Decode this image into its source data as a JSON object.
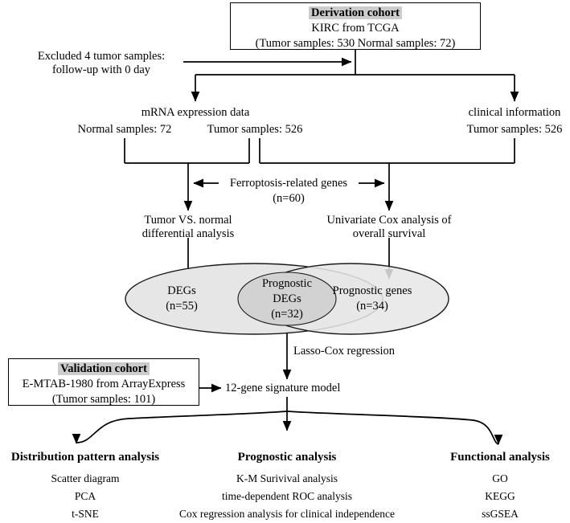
{
  "figure": {
    "type": "flowchart",
    "title": "Ferroptosis-related gene signature study workflow"
  },
  "derivation_cohort": {
    "heading": "Derivation cohort",
    "source": "KIRC from TCGA",
    "samples": "(Tumor samples: 530     Normal samples: 72)"
  },
  "exclusion": {
    "line1": "Excluded 4 tumor samples:",
    "line2": "follow-up with 0 day"
  },
  "mrna": {
    "title": "mRNA expression data",
    "normal": "Normal samples: 72",
    "tumor": "Tumor samples: 526"
  },
  "clinical": {
    "title": "clinical information",
    "tumor": "Tumor samples: 526"
  },
  "ferroptosis": {
    "label": "Ferroptosis-related genes",
    "count": "(n=60)"
  },
  "analysis_left": {
    "line1": "Tumor VS. normal",
    "line2": "differential  analysis"
  },
  "analysis_right": {
    "line1": "Univariate Cox analysis of",
    "line2": "overall survival"
  },
  "venn": {
    "left": {
      "label": "DEGs",
      "count": "(n=55)"
    },
    "center": {
      "label1": "Prognostic",
      "label2": "DEGs",
      "count": "(n=32)"
    },
    "right": {
      "label": "Prognostic genes",
      "count": "(n=34)"
    },
    "fill_outer": "#e6e6e6",
    "fill_overlap": "#d2d2d2",
    "stroke": "#1a1a1a"
  },
  "lasso": {
    "label": "Lasso-Cox regression"
  },
  "validation_cohort": {
    "heading": "Validation cohort",
    "source": "E-MTAB-1980 from ArrayExpress",
    "samples": "(Tumor samples: 101)"
  },
  "model": {
    "label": "12-gene signature model"
  },
  "outputs": [
    {
      "title": "Distribution pattern analysis",
      "items": [
        "Scatter diagram",
        "PCA",
        "t-SNE"
      ]
    },
    {
      "title": "Prognostic analysis",
      "items": [
        "K-M Surivival analysis",
        "time-dependent ROC analysis",
        "Cox regression analysis for clinical independence"
      ]
    },
    {
      "title": "Functional analysis",
      "items": [
        "GO",
        "KEGG",
        "ssGSEA"
      ]
    }
  ],
  "colors": {
    "line": "#000000",
    "highlight": "#cccccc",
    "background": "#ffffff"
  }
}
